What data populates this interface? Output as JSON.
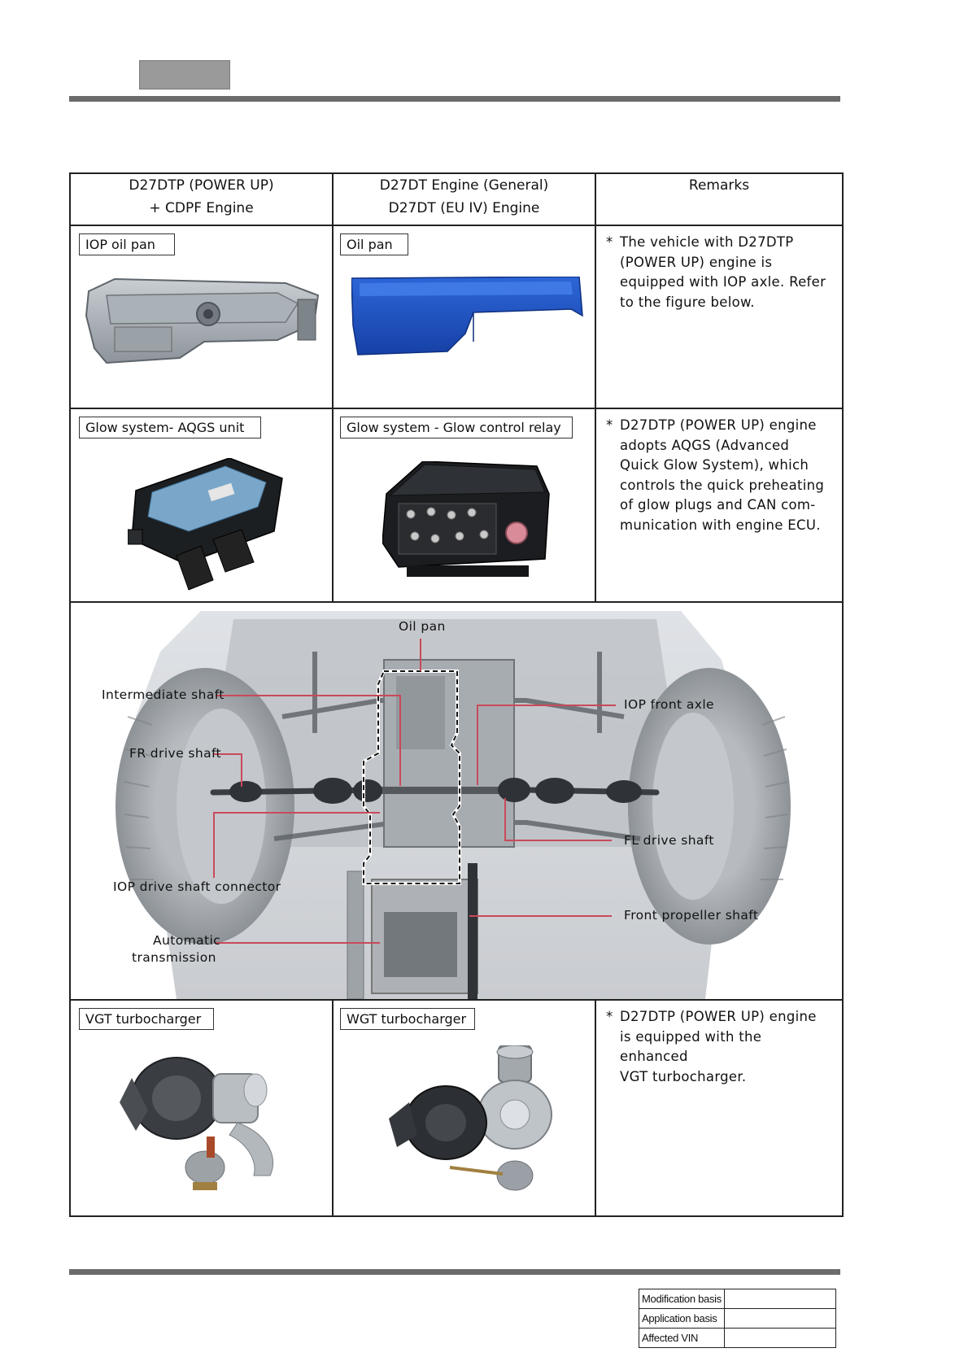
{
  "table": {
    "headers": {
      "col1": [
        "D27DTP (POWER UP)",
        "+ CDPF Engine"
      ],
      "col2": [
        "D27DT Engine (General)",
        "D27DT (EU IV) Engine"
      ],
      "col3": "Remarks"
    },
    "row_oil": {
      "label1": "IOP oil pan",
      "label2": "Oil pan",
      "remark_mark": "*",
      "remark": [
        "The vehicle with D27DTP",
        "(POWER UP) engine is",
        "equipped with IOP axle. Refer",
        "to the figure below."
      ]
    },
    "row_glow": {
      "label1": "Glow system- AQGS unit",
      "label2": "Glow system - Glow control relay",
      "remark_mark": "*",
      "remark": [
        "D27DTP (POWER UP) engine",
        "adopts AQGS (Advanced",
        "Quick Glow System), which",
        "controls the quick preheating",
        "of glow plugs and CAN com-",
        "munication with engine ECU."
      ]
    },
    "diagram": {
      "labels": {
        "oil_pan": "Oil pan",
        "intermediate_shaft": "Intermediate shaft",
        "iop_front_axle": "IOP front axle",
        "fr_drive_shaft": "FR drive shaft",
        "fl_drive_shaft": "FL drive shaft",
        "iop_connector": "IOP drive shaft connector",
        "front_propeller_shaft": "Front propeller shaft",
        "auto_trans_1": "Automatic",
        "auto_trans_2": "transmission"
      }
    },
    "row_turbo": {
      "label1": "VGT turbocharger",
      "label2": "WGT turbocharger",
      "remark_mark": "*",
      "remark": [
        "D27DTP (POWER UP) engine",
        "is equipped with the enhanced",
        "VGT turbocharger."
      ]
    }
  },
  "footer": {
    "rows": [
      "Modification basis",
      "Application basis",
      "Affected VIN"
    ]
  }
}
